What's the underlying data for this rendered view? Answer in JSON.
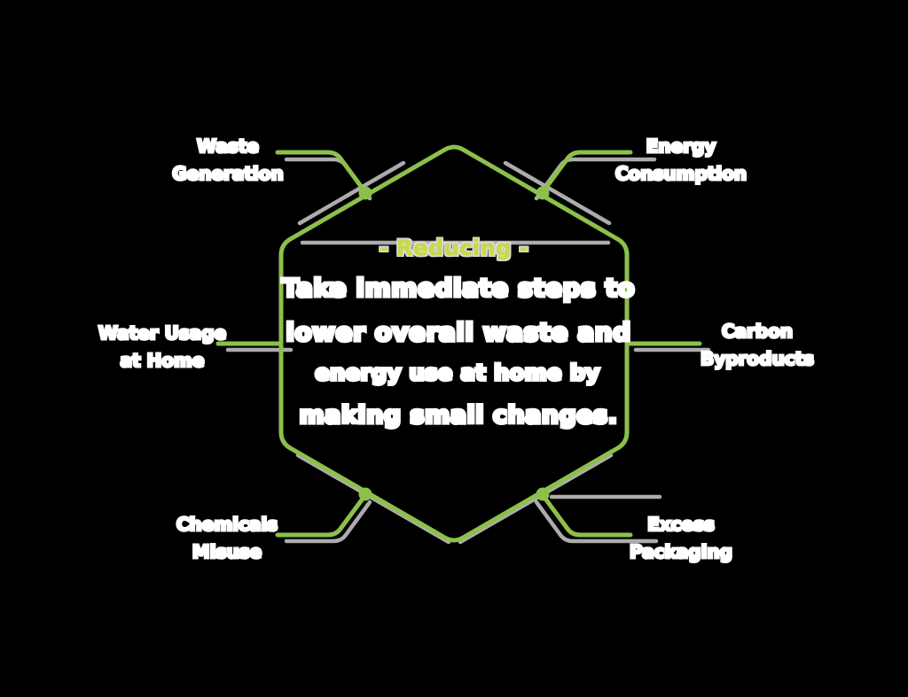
{
  "colors": {
    "accent_green": "#8DC04B",
    "title_lime": "#C8D94E",
    "shadow_gray": "#ACACAC",
    "text_white": "#FFFFFF",
    "background": "#000000"
  },
  "center": {
    "title": "- Reducing -",
    "lines": [
      "Take immediate steps to",
      "lower overall waste and",
      "energy use at home by",
      "making small changes."
    ]
  },
  "labels": [
    {
      "id": "top-left",
      "line1": "Waste",
      "line2": "Generation"
    },
    {
      "id": "top-right",
      "line1": "Energy",
      "line2": "Consumption"
    },
    {
      "id": "left",
      "line1": "Water Usage",
      "line2": "at Home"
    },
    {
      "id": "right",
      "line1": "Carbon",
      "line2": "Byproducts"
    },
    {
      "id": "bottom-left",
      "line1": "Chemicals",
      "line2": "Misuse"
    },
    {
      "id": "bottom-right",
      "line1": "Excess",
      "line2": "Packaging"
    }
  ]
}
